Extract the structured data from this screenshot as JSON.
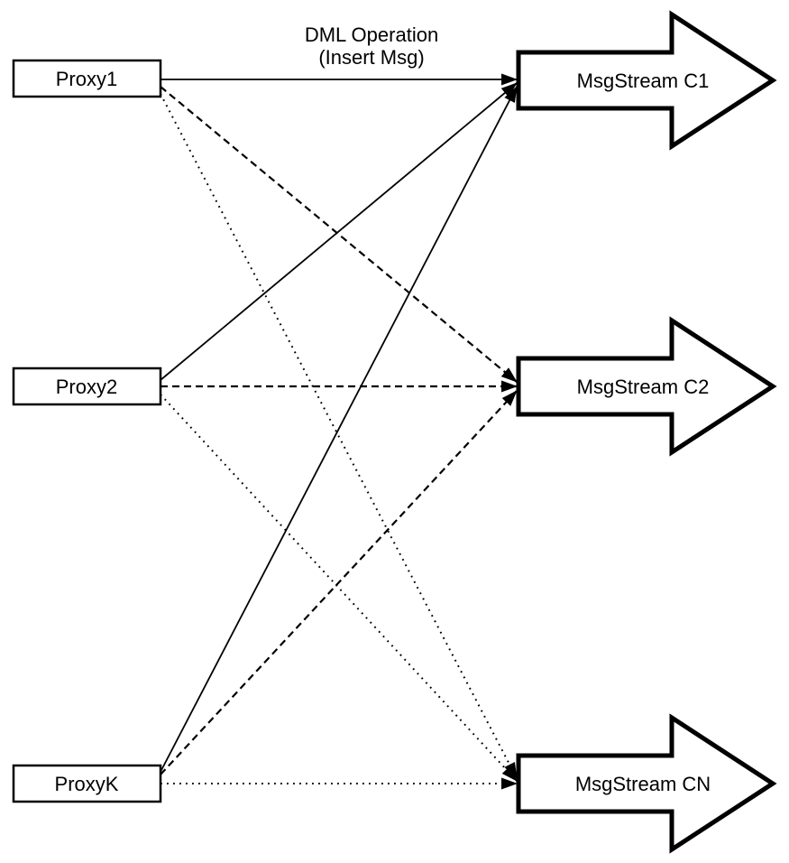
{
  "diagram": {
    "annotation": {
      "line1": "DML Operation",
      "line2": "(Insert Msg)"
    },
    "colors": {
      "ink": "#000000",
      "fill": "#ffffff",
      "background": "#ffffff"
    },
    "proxies": [
      {
        "id": "proxy1",
        "label": "Proxy1"
      },
      {
        "id": "proxy2",
        "label": "Proxy2"
      },
      {
        "id": "proxyk",
        "label": "ProxyK"
      }
    ],
    "streams": [
      {
        "id": "c1",
        "label": "MsgStream C1",
        "incoming_line_style": "solid"
      },
      {
        "id": "c2",
        "label": "MsgStream C2",
        "incoming_line_style": "dashed"
      },
      {
        "id": "cn",
        "label": "MsgStream CN",
        "incoming_line_style": "dotted"
      }
    ],
    "edges": [
      {
        "from": "Proxy1",
        "to": "MsgStream C1",
        "style": "solid",
        "label": "DML Operation (Insert Msg)"
      },
      {
        "from": "Proxy2",
        "to": "MsgStream C1",
        "style": "solid"
      },
      {
        "from": "ProxyK",
        "to": "MsgStream C1",
        "style": "solid"
      },
      {
        "from": "Proxy1",
        "to": "MsgStream C2",
        "style": "dashed"
      },
      {
        "from": "Proxy2",
        "to": "MsgStream C2",
        "style": "dashed"
      },
      {
        "from": "ProxyK",
        "to": "MsgStream C2",
        "style": "dashed"
      },
      {
        "from": "Proxy1",
        "to": "MsgStream CN",
        "style": "dotted"
      },
      {
        "from": "Proxy2",
        "to": "MsgStream CN",
        "style": "dotted"
      },
      {
        "from": "ProxyK",
        "to": "MsgStream CN",
        "style": "dotted"
      }
    ]
  }
}
